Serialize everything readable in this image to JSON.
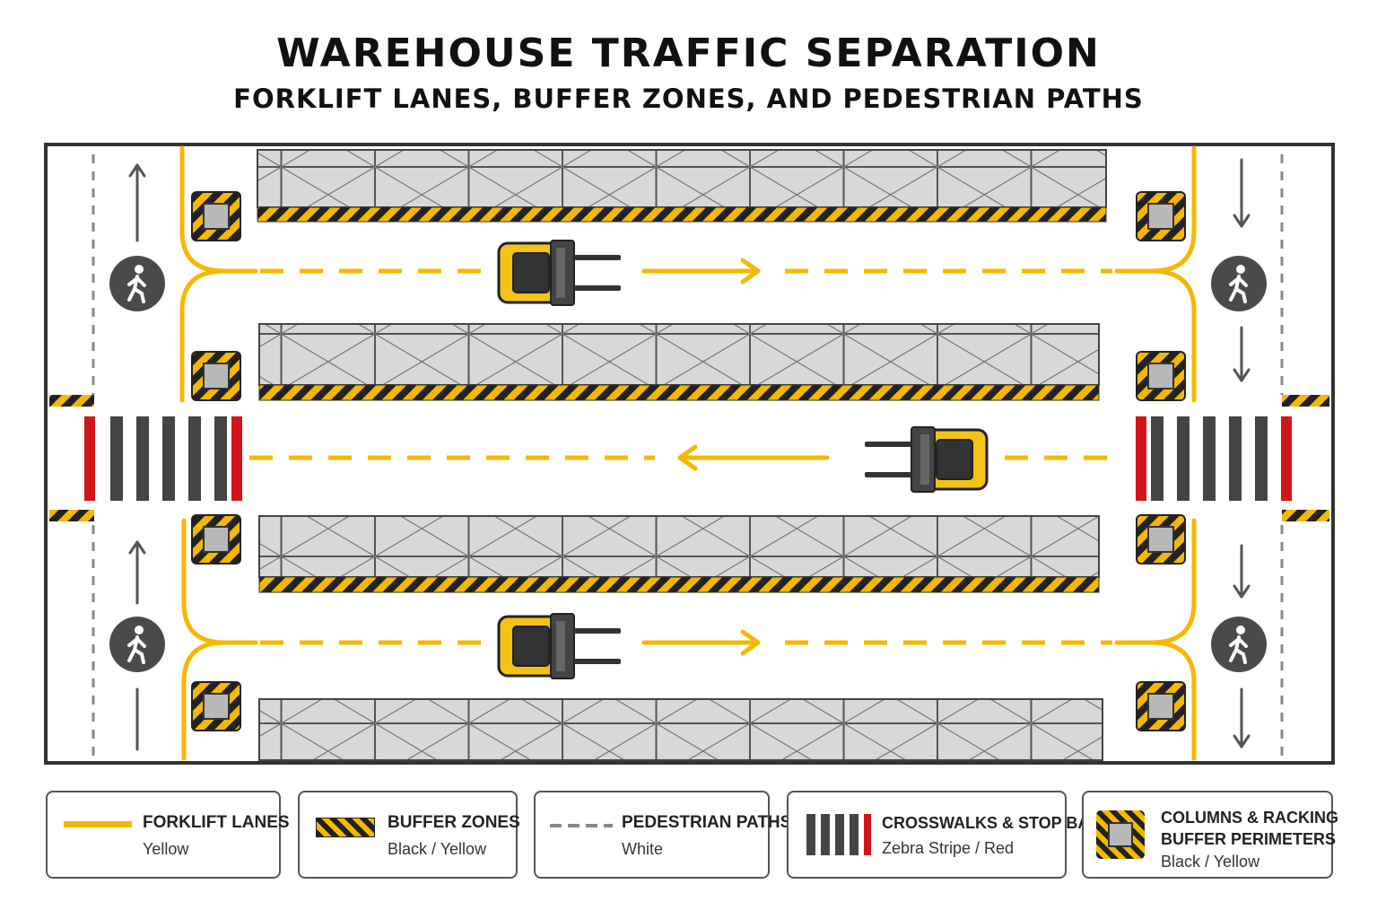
{
  "title": "WAREHOUSE TRAFFIC SEPARATION",
  "subtitle": "FORKLIFT LANES, BUFFER ZONES, AND PEDESTRIAN PATHS",
  "colors": {
    "forklift_lane": "#F5B800",
    "buffer_black": "#222222",
    "buffer_yellow": "#F5B800",
    "pedestrian_path": "#888888",
    "stop_bar": "#D0161B",
    "crosswalk": "#444444",
    "rack_fill": "#D8D8D8",
    "forklift_body": "#F5C316"
  },
  "icons": [
    "pedestrian-icon",
    "forklift-icon",
    "direction-arrow-icon"
  ],
  "legend": [
    {
      "label": "FORKLIFT LANES",
      "sub": "Yellow"
    },
    {
      "label": "BUFFER ZONES",
      "sub": "Black / Yellow"
    },
    {
      "label": "PEDESTRIAN PATHS",
      "sub": "White"
    },
    {
      "label": "CROSSWALKS & STOP BARS",
      "sub": "Zebra Stripe / Red"
    },
    {
      "label": "COLUMNS & RACKING",
      "label2": "BUFFER PERIMETERS",
      "sub": "Black / Yellow"
    }
  ]
}
